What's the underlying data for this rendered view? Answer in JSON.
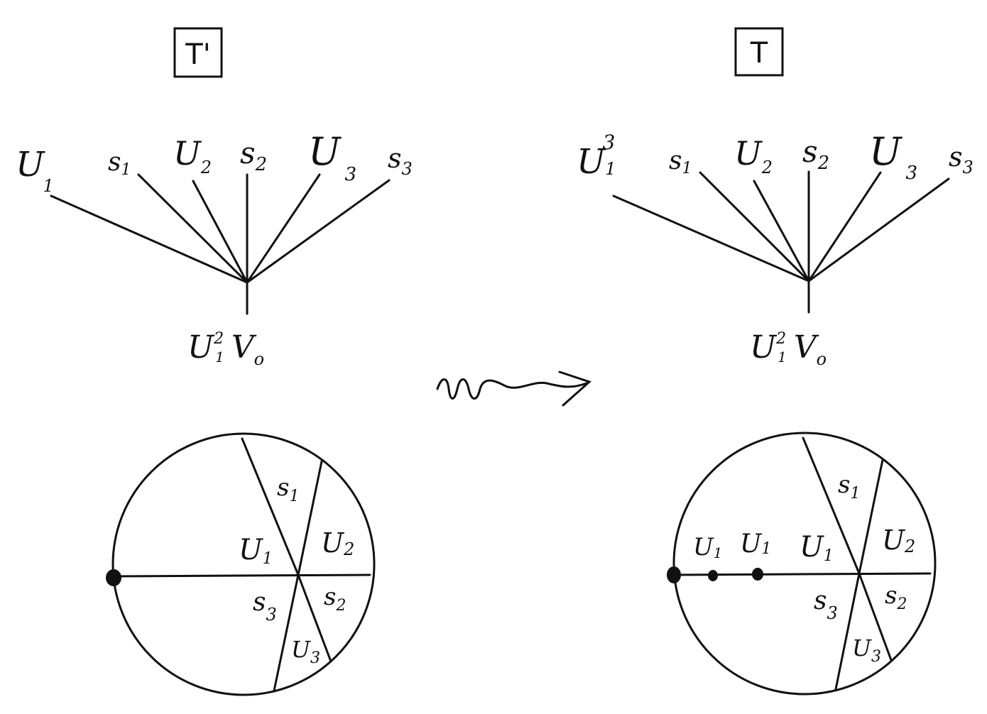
{
  "left": {
    "title": "T'",
    "tree": {
      "leaves": [
        {
          "name": "U",
          "sub": "1",
          "sup": ""
        },
        {
          "name": "s",
          "sub": "1",
          "sup": ""
        },
        {
          "name": "U",
          "sub": "2",
          "sup": ""
        },
        {
          "name": "s",
          "sub": "2",
          "sup": ""
        },
        {
          "name": "U",
          "sub": "3",
          "sup": ""
        },
        {
          "name": "s",
          "sub": "3",
          "sup": ""
        }
      ],
      "root": {
        "name": "U",
        "sub": "1",
        "sup": "2",
        "tail": "V",
        "tail_sub": "o"
      }
    },
    "disk": {
      "regions": [
        {
          "name": "s",
          "sub": "1"
        },
        {
          "name": "U",
          "sub": "2"
        },
        {
          "name": "U",
          "sub": "1"
        },
        {
          "name": "s",
          "sub": "2"
        },
        {
          "name": "s",
          "sub": "3"
        },
        {
          "name": "U",
          "sub": "3"
        }
      ],
      "marked_points": [
        {
          "name": "",
          "sub": ""
        }
      ]
    }
  },
  "right": {
    "title": "T",
    "tree": {
      "leaves": [
        {
          "name": "U",
          "sub": "1",
          "sup": "3"
        },
        {
          "name": "s",
          "sub": "1",
          "sup": ""
        },
        {
          "name": "U",
          "sub": "2",
          "sup": ""
        },
        {
          "name": "s",
          "sub": "2",
          "sup": ""
        },
        {
          "name": "U",
          "sub": "3",
          "sup": ""
        },
        {
          "name": "s",
          "sub": "3",
          "sup": ""
        }
      ],
      "root": {
        "name": "U",
        "sub": "1",
        "sup": "2",
        "tail": "V",
        "tail_sub": "o"
      }
    },
    "disk": {
      "regions": [
        {
          "name": "s",
          "sub": "1"
        },
        {
          "name": "U",
          "sub": "2"
        },
        {
          "name": "U",
          "sub": "1"
        },
        {
          "name": "s",
          "sub": "2"
        },
        {
          "name": "s",
          "sub": "3"
        },
        {
          "name": "U",
          "sub": "3"
        }
      ],
      "marked_points": [
        {
          "name": "",
          "sub": ""
        },
        {
          "name": "U",
          "sub": "1"
        },
        {
          "name": "U",
          "sub": "1"
        }
      ]
    }
  }
}
